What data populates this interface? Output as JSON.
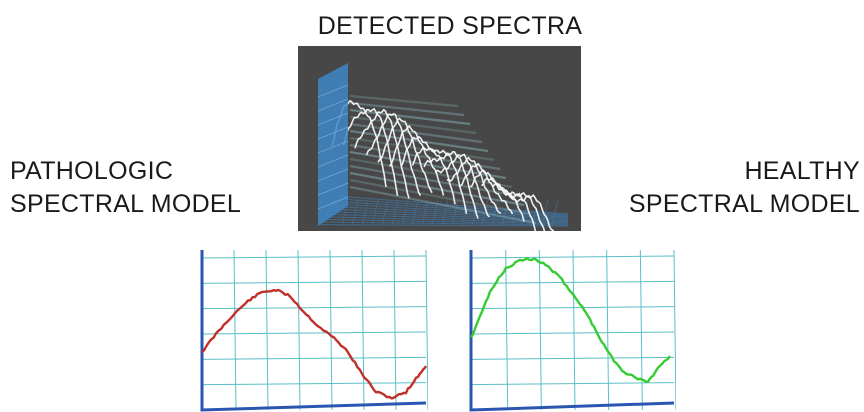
{
  "title": "DETECTED SPECTRA",
  "pathologic": {
    "line1": "PATHOLOGIC",
    "line2": "SPECTRAL MODEL",
    "color": "#c0302a"
  },
  "healthy": {
    "line1": "HEALTHY",
    "line2": "SPECTRAL MODEL",
    "color": "#33cc33"
  },
  "hero": {
    "background": "#474747",
    "wall": "#3f87c6",
    "wave_color": "#ffffff"
  },
  "grid_color": "#5bbfc7",
  "axis_color": "#2a55b0"
}
